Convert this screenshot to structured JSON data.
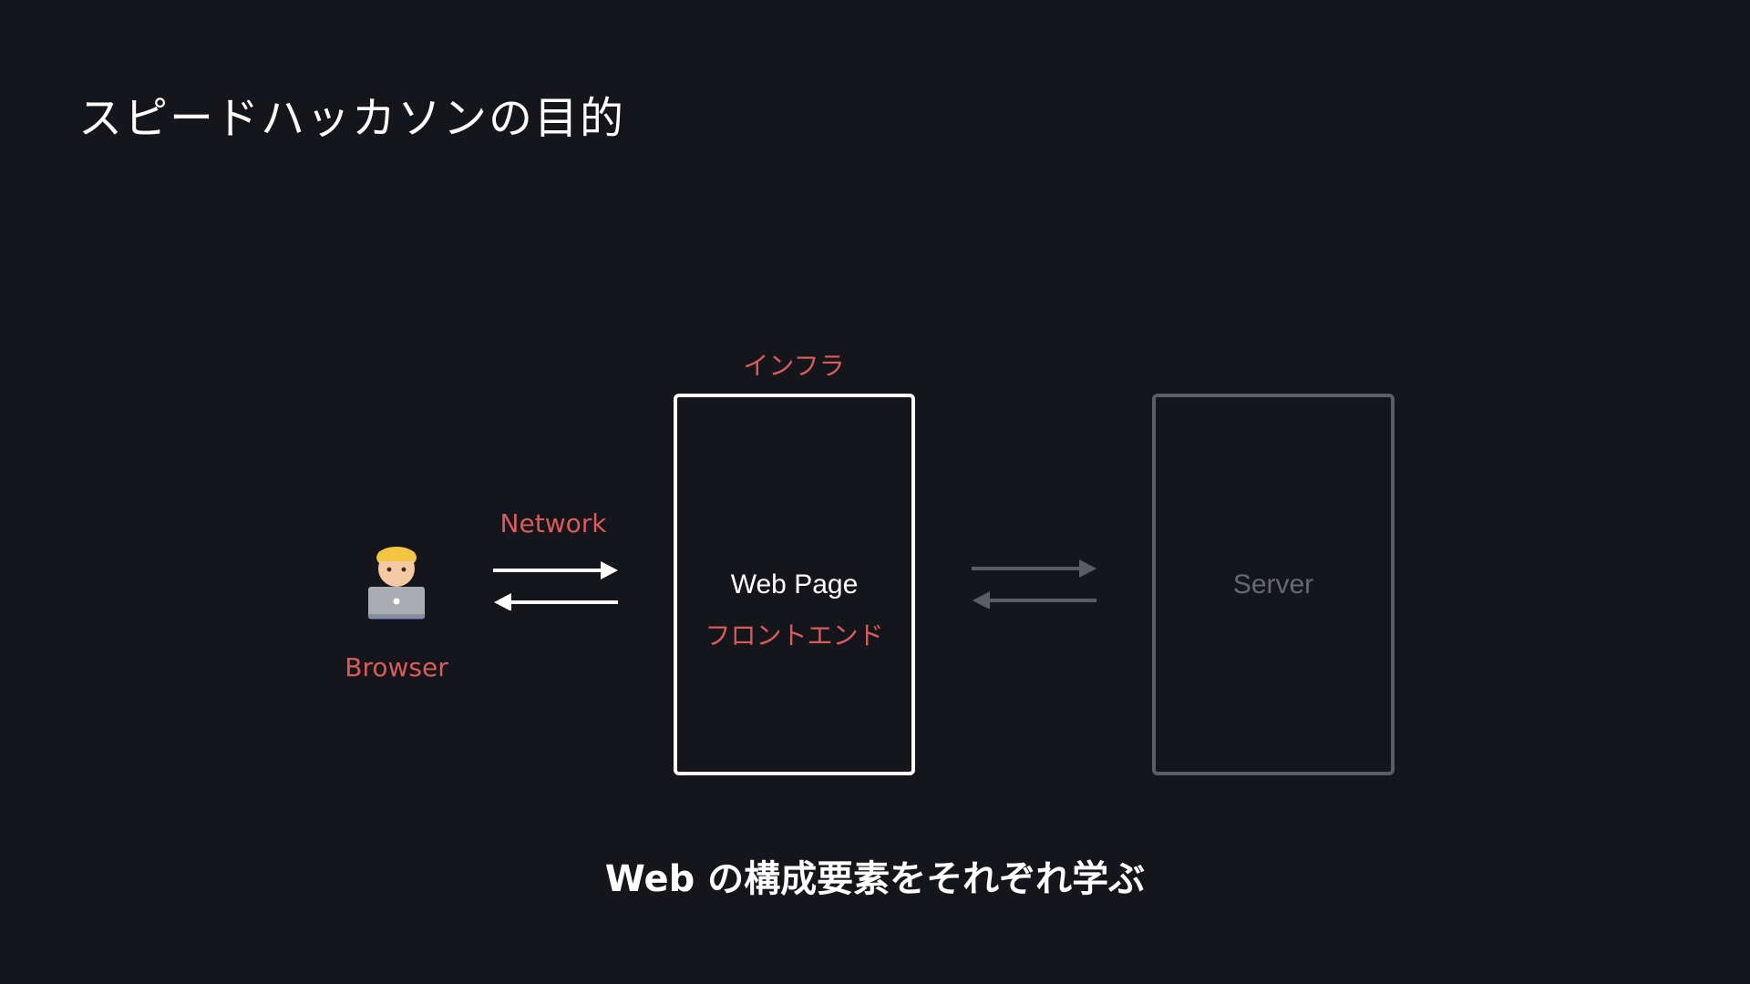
{
  "slide": {
    "title": "スピードハッカソンの目的",
    "caption": "Web の構成要素をそれぞれ学ぶ"
  },
  "diagram": {
    "browser": {
      "icon": "technologist-icon",
      "label": "Browser"
    },
    "network": {
      "label": "Network"
    },
    "infra": {
      "label": "インフラ"
    },
    "web_page": {
      "title": "Web Page",
      "subtitle": "フロントエンド"
    },
    "server": {
      "title": "Server"
    }
  },
  "colors": {
    "background": "#15161b",
    "accent_red": "#d85c5c",
    "active": "#ffffff",
    "inactive": "#5c5d62"
  }
}
